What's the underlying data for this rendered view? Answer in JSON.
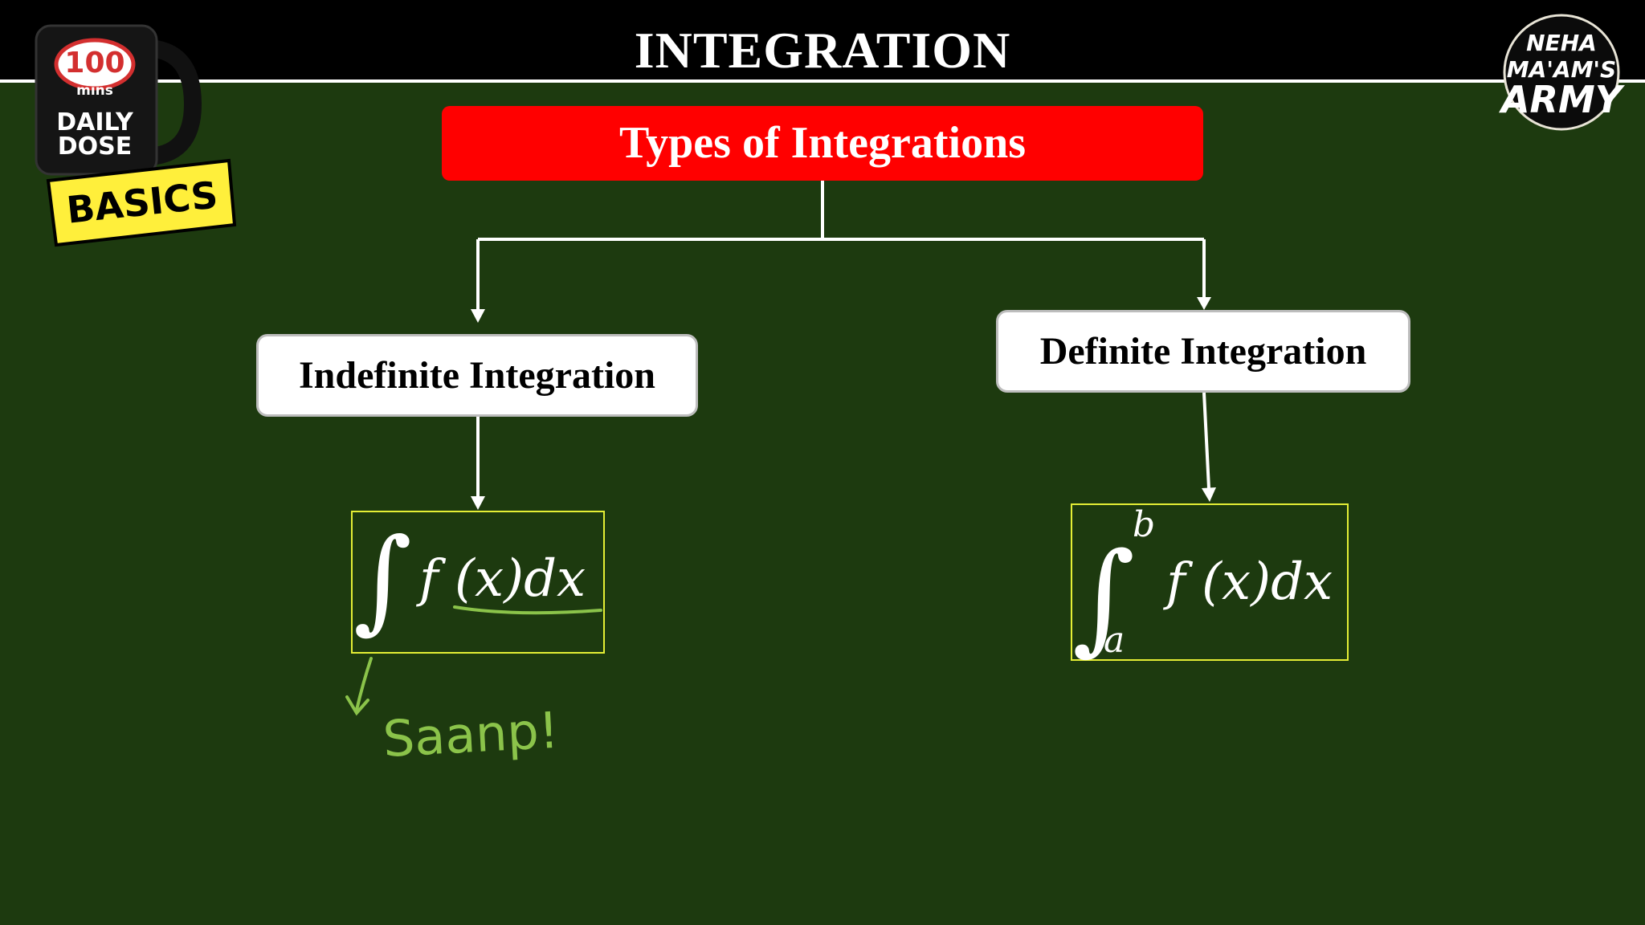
{
  "header": {
    "title": "INTEGRATION"
  },
  "logo_left": {
    "count": "100",
    "unit": "mins",
    "line1": "DAILY",
    "line2": "DOSE",
    "ribbon": "BASICS"
  },
  "logo_right": {
    "line1": "NEHA",
    "line2": "MA'AM'S",
    "line3": "ARMY"
  },
  "diagram": {
    "root": "Types of Integrations",
    "left": {
      "label": "Indefinite Integration",
      "formula": {
        "integral": "∫",
        "body": "f (x)dx"
      }
    },
    "right": {
      "label": "Definite Integration",
      "formula": {
        "integral": "∫",
        "upper": "b",
        "lower": "a",
        "body": "f (x)dx"
      }
    }
  },
  "annotation": {
    "text": "Saanp!"
  },
  "colors": {
    "background": "#1d3a0f",
    "header": "#000000",
    "root_box": "#ff0000",
    "formula_border": "#e4ee35",
    "annotation": "#8bc34a"
  }
}
